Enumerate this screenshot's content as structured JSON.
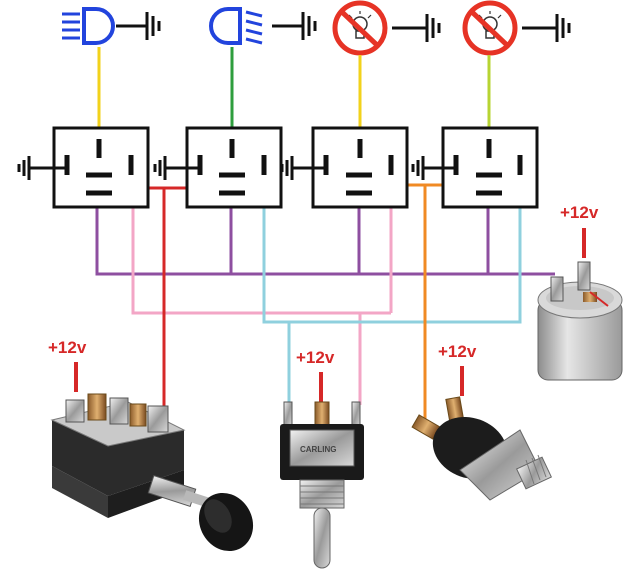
{
  "labels": {
    "v_flasher": "+12v",
    "v_push_switch": "+12v",
    "v_toggle_switch": "+12v",
    "v_pressure_switch": "+12v"
  },
  "colors": {
    "yellow": "#f2d21b",
    "green": "#2e9e3e",
    "yellow_green": "#b7d433",
    "red": "#d62828",
    "purple": "#8e4fa0",
    "pink": "#f3a6c6",
    "light_blue": "#8fd0de",
    "orange": "#f08a24",
    "headlight_blue": "#2244dd",
    "bulb_red": "#e63325"
  },
  "icons": {
    "lamp_1": "high-beam-headlight-icon",
    "lamp_2": "headlight-icon",
    "lamp_3": "brake-light-off-icon",
    "lamp_4": "brake-light-off-icon",
    "ground": "ground-icon"
  },
  "components": {
    "relays": 4,
    "flasher_unit": "flasher-relay",
    "push_pull_switch": "headlight-switch",
    "toggle_switch": "toggle-switch",
    "pressure_switch": "brake-pressure-switch"
  }
}
